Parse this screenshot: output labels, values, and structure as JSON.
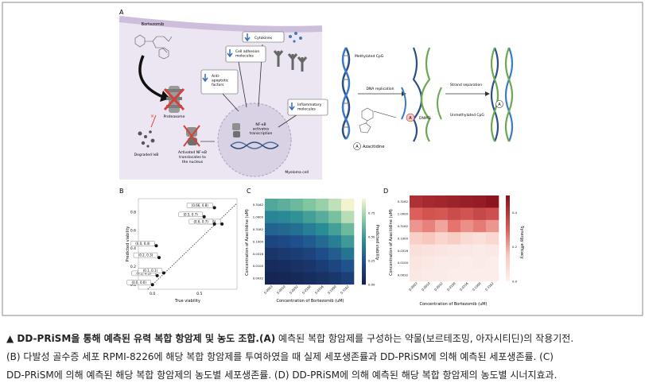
{
  "panel_labels": {
    "a": "A",
    "b": "B",
    "c": "C",
    "d": "D"
  },
  "panel_a": {
    "drug": "Bortezomib",
    "proteasome": "Proteasome",
    "degraded": "Degraded IκB",
    "activated_nfkb": "Activated NF-κB translocates to the nucleus",
    "anti_apoptotic": "Anti-apoptotic factors",
    "cell_adhesion": "Cell adhesion molecules",
    "cytokines": "Cytokines",
    "inflammatory": "Inflammatory molecules",
    "nfkb_nucleus": "NF-κB activates transcription",
    "myeloma_cell": "Myeloma cell",
    "methylated_cpg": "Methylated CpG",
    "dna_replication": "DNA replication",
    "strand_separation": "Strand separation",
    "dnmts": "DNMTs",
    "unmethylated_cpg": "Unmethylated CpG",
    "azacitidine": "Azacitidine",
    "circle_a": "A"
  },
  "chart_data": [
    {
      "type": "scatter",
      "panel": "B",
      "xlabel": "True viability",
      "ylabel": "Predicted viability",
      "xticks": [
        "0.0",
        "0.5"
      ],
      "yticks": [
        "0.0",
        "0.2",
        "0.4",
        "0.6",
        "0.8"
      ],
      "xlim": [
        -0.15,
        0.9
      ],
      "ylim": [
        -0.05,
        0.95
      ],
      "x": [
        0.0,
        0.05,
        0.12,
        0.07,
        0.04,
        0.55,
        0.66,
        0.74,
        0.66
      ],
      "y": [
        0.0,
        0.1,
        0.13,
        0.3,
        0.43,
        0.75,
        0.85,
        0.67,
        0.67
      ],
      "labels": [
        "(0.0, 0.0)",
        "(0.1, 0.1)",
        "(0.1, 0.1)",
        "(0.2, 0.3)",
        "(0.0, 0.4)",
        "(0.5, 0.7)",
        "(0.66, 0.8)",
        "(0.7, 0.6)",
        "(0.6, 0.7)"
      ]
    },
    {
      "type": "heatmap",
      "panel": "C",
      "xlabel": "Concentration of Bortezomib (uM)",
      "ylabel": "Concentration of Azacitidine (uM)",
      "colorbar_label": "Predicted viability",
      "colorbar_ticks": [
        "0.75",
        "0.50",
        "0.25",
        "0.00"
      ],
      "x_ticks": [
        "0.0003",
        "0.0010",
        "0.0032",
        "0.0100",
        "0.0316",
        "0.1000",
        "0.3162"
      ],
      "y_ticks": [
        "0.3162",
        "1.0000",
        "0.3162",
        "0.1000",
        "0.0316",
        "0.0100",
        "0.0032"
      ],
      "values": [
        [
          0.55,
          0.58,
          0.62,
          0.67,
          0.72,
          0.8,
          0.9
        ],
        [
          0.42,
          0.44,
          0.47,
          0.52,
          0.57,
          0.65,
          0.78
        ],
        [
          0.3,
          0.32,
          0.35,
          0.4,
          0.45,
          0.52,
          0.62
        ],
        [
          0.18,
          0.2,
          0.23,
          0.27,
          0.33,
          0.4,
          0.5
        ],
        [
          0.1,
          0.12,
          0.14,
          0.17,
          0.22,
          0.28,
          0.36
        ],
        [
          0.05,
          0.06,
          0.08,
          0.1,
          0.14,
          0.18,
          0.24
        ],
        [
          0.02,
          0.03,
          0.04,
          0.06,
          0.08,
          0.11,
          0.15
        ]
      ]
    },
    {
      "type": "heatmap",
      "panel": "D",
      "xlabel": "Concentration of Bortezomib (uM)",
      "ylabel": "Concentration of Azacitidine (uM)",
      "colorbar_label": "Synergy efficacy",
      "colorbar_ticks": [
        "0.4",
        "0.2",
        "0.0"
      ],
      "x_ticks": [
        "0.0003",
        "0.0010",
        "0.0032",
        "0.0100",
        "0.0316",
        "0.1000",
        "0.3162"
      ],
      "y_ticks": [
        "0.3162",
        "1.0000",
        "0.3162",
        "0.1000",
        "0.0316",
        "0.0100",
        "0.0032"
      ],
      "values": [
        [
          0.42,
          0.44,
          0.45,
          0.46,
          0.47,
          0.48,
          0.5
        ],
        [
          0.3,
          0.33,
          0.32,
          0.35,
          0.33,
          0.36,
          0.34
        ],
        [
          0.22,
          0.25,
          0.2,
          0.27,
          0.23,
          0.26,
          0.22
        ],
        [
          0.12,
          0.15,
          0.1,
          0.13,
          0.08,
          0.06,
          0.09
        ],
        [
          0.06,
          0.05,
          0.04,
          0.03,
          0.03,
          0.02,
          0.03
        ],
        [
          0.04,
          0.03,
          0.02,
          0.02,
          0.01,
          0.02,
          0.01
        ],
        [
          0.03,
          0.02,
          0.02,
          0.01,
          0.01,
          0.01,
          0.01
        ]
      ]
    }
  ],
  "caption": {
    "title": "▲ DD-PRiSM을 통해 예측된 유력 복합 항암제 및 농도 조합.",
    "a_label": "(A)",
    "a_text": " 예측된 복합 항암제를 구성하는 약물(보르테조밍, 아자시티딘)의 작용기전.",
    "line2": "(B) 다발성 골수증 세포 RPMI-8226에 해당 복합 항암제를 투여하였을 때 실제 세포생존률과 DD-PRiSM에 의해 예측된 세포생존률. (C)",
    "line3": "DD-PRiSM에 의해 예측된 해당 복합 항암제의 농도별 세포생존률. (D) DD-PRiSM에 의해 예측된 해당 복합 항암제의 농도별 시너지효과."
  }
}
